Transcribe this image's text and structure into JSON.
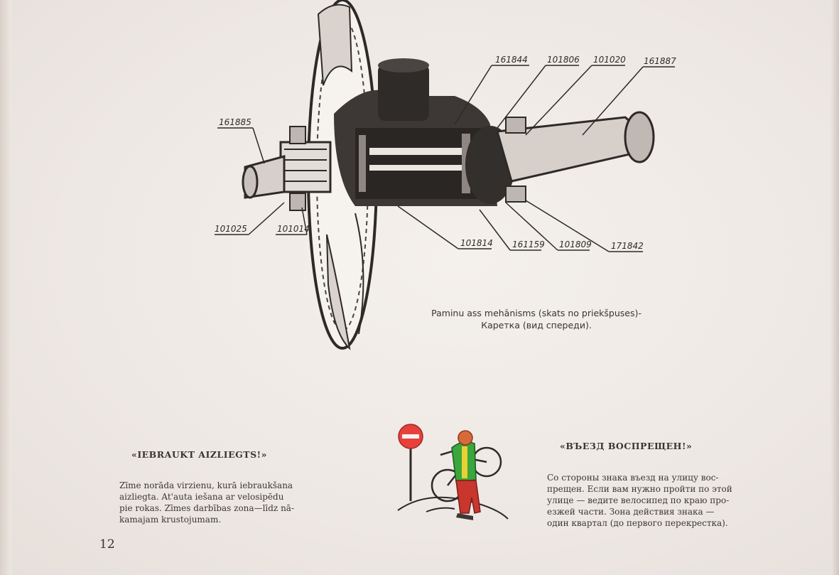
{
  "figure": {
    "part_labels": {
      "p161844": "161844",
      "p101806": "101806",
      "p101020": "101020",
      "p161887": "161887",
      "p161885": "161885",
      "p101025": "101025",
      "p101014": "101014",
      "p101814": "101814",
      "p161159": "161159",
      "p101809": "101809",
      "p171842": "171842"
    },
    "caption_line1": "Paminu ass mehānisms (skats no priekšpuses)-",
    "caption_line2": "Каретка (вид спереди)."
  },
  "latvian": {
    "heading": "«IEBRAUKT AIZLIEGTS!»",
    "lines": [
      "Zīme norāda virzienu, kurā iebraukšana",
      "aizliegta. At'auta iešana ar velosipēdu",
      "pie rokas. Zīmes darbības zona—līdz nā-",
      "kamajam krustojumam."
    ]
  },
  "russian": {
    "heading": "«ВЪЕЗД ВОСПРЕЩЕН!»",
    "lines": [
      "Со стороны знака въезд на улицу вос-",
      "прещен. Если вам нужно пройти по этой",
      "улице — ведите велосипед по краю про-",
      "езжей части. Зона действия знака —",
      "один квартал (до первого перекрестка)."
    ]
  },
  "page_number": "12",
  "colors": {
    "paper": "#efeae6",
    "ink": "#2e2a28",
    "sign_red": "#e8403a",
    "jacket_green": "#3aa63c",
    "trousers_red": "#c8362e"
  }
}
